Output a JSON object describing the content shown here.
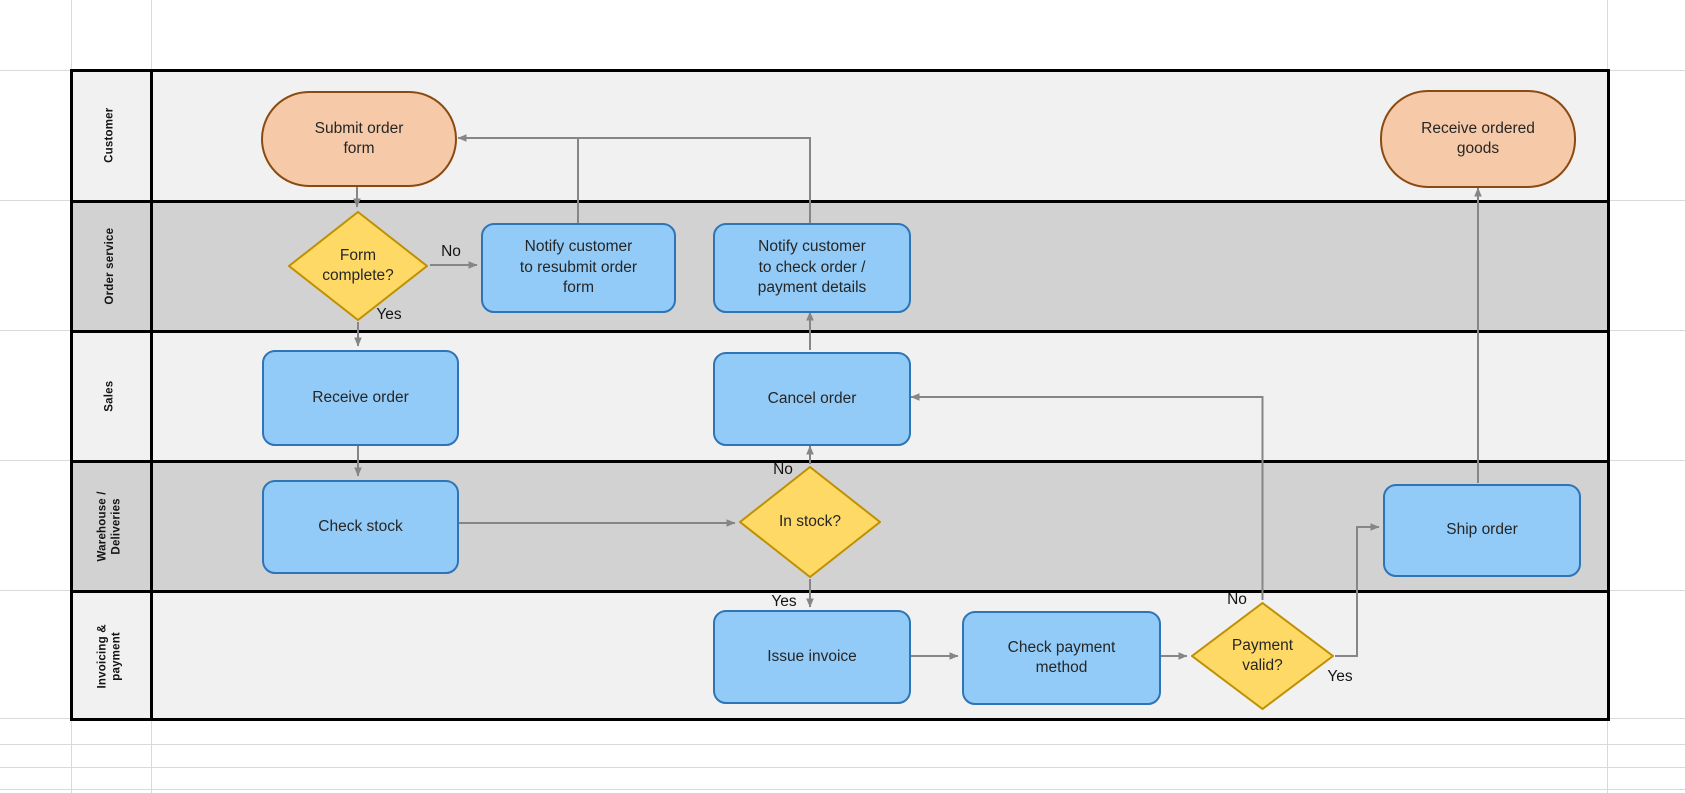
{
  "diagram": {
    "kind": "swimlane-flowchart",
    "topic": "Order processing"
  },
  "swimlanes": [
    {
      "label": "Customer",
      "shade": "light"
    },
    {
      "label": "Order service",
      "shade": "dark"
    },
    {
      "label": "Sales",
      "shade": "light"
    },
    {
      "label": "Warehouse /\nDeliveries",
      "shade": "dark"
    },
    {
      "label": "Invoicing &\npayment",
      "shade": "light"
    }
  ],
  "nodes": [
    {
      "id": "submit-order-form",
      "type": "terminator",
      "lane": "Customer",
      "label": "Submit order\nform"
    },
    {
      "id": "form-complete",
      "type": "decision",
      "lane": "Order service",
      "label": "Form\ncomplete?"
    },
    {
      "id": "notify-resubmit",
      "type": "process",
      "lane": "Order service",
      "label": "Notify customer\nto resubmit order\nform"
    },
    {
      "id": "notify-check",
      "type": "process",
      "lane": "Order service",
      "label": "Notify customer\nto check order /\npayment details"
    },
    {
      "id": "receive-order",
      "type": "process",
      "lane": "Sales",
      "label": "Receive order"
    },
    {
      "id": "cancel-order",
      "type": "process",
      "lane": "Sales",
      "label": "Cancel order"
    },
    {
      "id": "check-stock",
      "type": "process",
      "lane": "Warehouse / Deliveries",
      "label": "Check stock"
    },
    {
      "id": "in-stock",
      "type": "decision",
      "lane": "Warehouse / Deliveries",
      "label": "In stock?"
    },
    {
      "id": "ship-order",
      "type": "process",
      "lane": "Warehouse / Deliveries",
      "label": "Ship order"
    },
    {
      "id": "issue-invoice",
      "type": "process",
      "lane": "Invoicing & payment",
      "label": "Issue invoice"
    },
    {
      "id": "check-payment-method",
      "type": "process",
      "lane": "Invoicing & payment",
      "label": "Check payment\nmethod"
    },
    {
      "id": "payment-valid",
      "type": "decision",
      "lane": "Invoicing & payment",
      "label": "Payment\nvalid?"
    },
    {
      "id": "receive-ordered-goods",
      "type": "terminator",
      "lane": "Customer",
      "label": "Receive ordered\ngoods"
    }
  ],
  "edges": [
    {
      "from": "submit-order-form",
      "to": "form-complete",
      "label": ""
    },
    {
      "from": "form-complete",
      "to": "notify-resubmit",
      "label": "No"
    },
    {
      "from": "form-complete",
      "to": "receive-order",
      "label": "Yes"
    },
    {
      "from": "notify-resubmit",
      "to": "submit-order-form",
      "label": ""
    },
    {
      "from": "notify-check",
      "to": "submit-order-form",
      "label": ""
    },
    {
      "from": "receive-order",
      "to": "check-stock",
      "label": ""
    },
    {
      "from": "check-stock",
      "to": "in-stock",
      "label": ""
    },
    {
      "from": "in-stock",
      "to": "cancel-order",
      "label": "No"
    },
    {
      "from": "in-stock",
      "to": "issue-invoice",
      "label": "Yes"
    },
    {
      "from": "cancel-order",
      "to": "notify-check",
      "label": ""
    },
    {
      "from": "issue-invoice",
      "to": "check-payment-method",
      "label": ""
    },
    {
      "from": "check-payment-method",
      "to": "payment-valid",
      "label": ""
    },
    {
      "from": "payment-valid",
      "to": "cancel-order",
      "label": "No"
    },
    {
      "from": "payment-valid",
      "to": "ship-order",
      "label": "Yes"
    },
    {
      "from": "ship-order",
      "to": "receive-ordered-goods",
      "label": ""
    }
  ],
  "colors": {
    "process_fill": "#92CBF7",
    "process_border": "#2E75B6",
    "decision_fill": "#FFD966",
    "decision_border": "#BF9000",
    "terminator_fill": "#F6C9A8",
    "terminator_border": "#8A4A10",
    "lane_light": "#F1F1F1",
    "lane_dark": "#D2D2D2",
    "connector": "#868686",
    "frame": "#000000",
    "gridline": "#D9D9D9"
  }
}
